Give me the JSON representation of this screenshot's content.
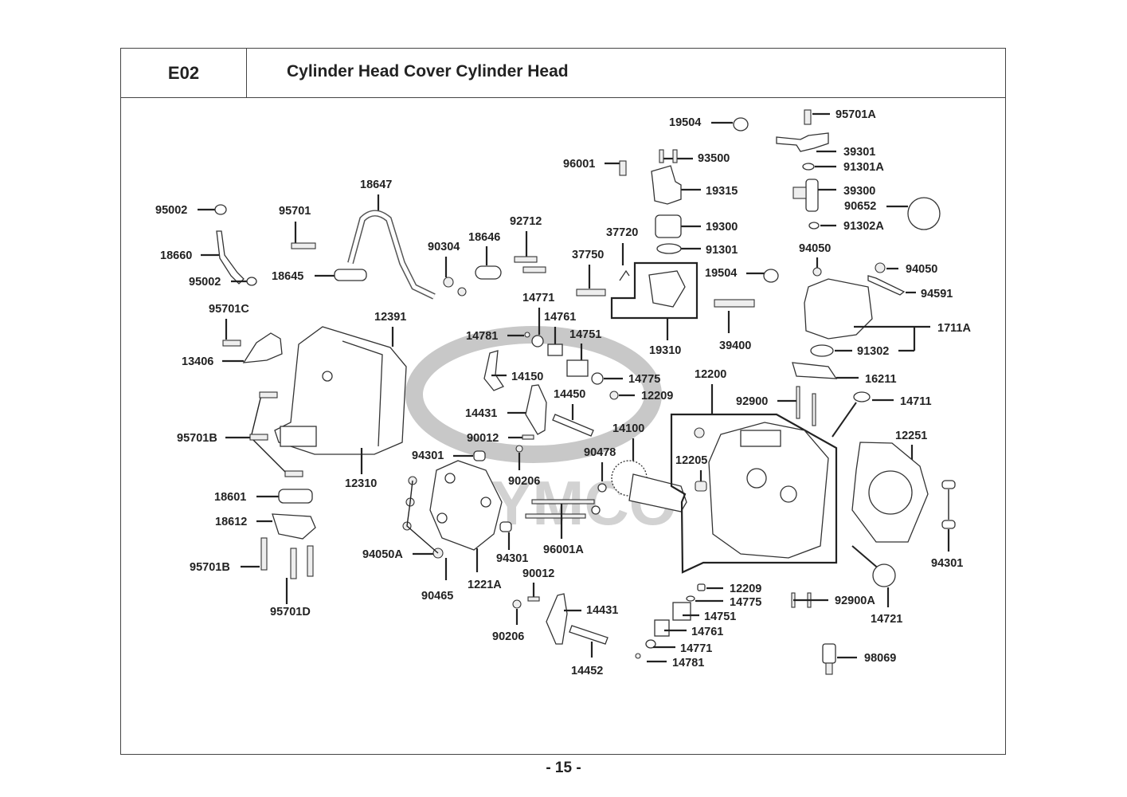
{
  "header": {
    "section_code": "E02",
    "title": "Cylinder Head Cover  Cylinder Head"
  },
  "watermark": {
    "brand": "KYMCO",
    "color": "#c8c8c8"
  },
  "parts": [
    {
      "id": "p95002a",
      "label": "95002"
    },
    {
      "id": "p18660",
      "label": "18660"
    },
    {
      "id": "p95002b",
      "label": "95002"
    },
    {
      "id": "p95701",
      "label": "95701"
    },
    {
      "id": "p18647",
      "label": "18647"
    },
    {
      "id": "p18645",
      "label": "18645"
    },
    {
      "id": "p90304",
      "label": "90304"
    },
    {
      "id": "p18646",
      "label": "18646"
    },
    {
      "id": "p92712",
      "label": "92712"
    },
    {
      "id": "p95701C",
      "label": "95701C"
    },
    {
      "id": "p13406",
      "label": "13406"
    },
    {
      "id": "p12391",
      "label": "12391"
    },
    {
      "id": "p95701B_a",
      "label": "95701B"
    },
    {
      "id": "p12310",
      "label": "12310"
    },
    {
      "id": "p18601",
      "label": "18601"
    },
    {
      "id": "p18612",
      "label": "18612"
    },
    {
      "id": "p95701B_b",
      "label": "95701B"
    },
    {
      "id": "p95701D",
      "label": "95701D"
    },
    {
      "id": "p96001",
      "label": "96001"
    },
    {
      "id": "p19504a",
      "label": "19504"
    },
    {
      "id": "p93500",
      "label": "93500"
    },
    {
      "id": "p19315",
      "label": "19315"
    },
    {
      "id": "p19300",
      "label": "19300"
    },
    {
      "id": "p91301",
      "label": "91301"
    },
    {
      "id": "p37720",
      "label": "37720"
    },
    {
      "id": "p37750",
      "label": "37750"
    },
    {
      "id": "p19504b",
      "label": "19504"
    },
    {
      "id": "p19310",
      "label": "19310"
    },
    {
      "id": "p39400",
      "label": "39400"
    },
    {
      "id": "p95701A",
      "label": "95701A"
    },
    {
      "id": "p39301",
      "label": "39301"
    },
    {
      "id": "p91301A",
      "label": "91301A"
    },
    {
      "id": "p39300",
      "label": "39300"
    },
    {
      "id": "p90652",
      "label": "90652"
    },
    {
      "id": "p91302A",
      "label": "91302A"
    },
    {
      "id": "p94050a",
      "label": "94050"
    },
    {
      "id": "p94050b",
      "label": "94050"
    },
    {
      "id": "p94591",
      "label": "94591"
    },
    {
      "id": "p1711A",
      "label": "1711A"
    },
    {
      "id": "p91302",
      "label": "91302"
    },
    {
      "id": "p14771a",
      "label": "14771"
    },
    {
      "id": "p14761a",
      "label": "14761"
    },
    {
      "id": "p14781a",
      "label": "14781"
    },
    {
      "id": "p14751a",
      "label": "14751"
    },
    {
      "id": "p14150",
      "label": "14150"
    },
    {
      "id": "p14775a",
      "label": "14775"
    },
    {
      "id": "p14450",
      "label": "14450"
    },
    {
      "id": "p12209a",
      "label": "12209"
    },
    {
      "id": "p14431a",
      "label": "14431"
    },
    {
      "id": "p90012a",
      "label": "90012"
    },
    {
      "id": "p94301a",
      "label": "94301"
    },
    {
      "id": "p90206a",
      "label": "90206"
    },
    {
      "id": "p14100",
      "label": "14100"
    },
    {
      "id": "p90478",
      "label": "90478"
    },
    {
      "id": "p12200",
      "label": "12200"
    },
    {
      "id": "p16211",
      "label": "16211"
    },
    {
      "id": "p92900",
      "label": "92900"
    },
    {
      "id": "p14711",
      "label": "14711"
    },
    {
      "id": "p12205",
      "label": "12205"
    },
    {
      "id": "p12251",
      "label": "12251"
    },
    {
      "id": "p94301c",
      "label": "94301"
    },
    {
      "id": "p94050A",
      "label": "94050A"
    },
    {
      "id": "p90465",
      "label": "90465"
    },
    {
      "id": "p1221A",
      "label": "1221A"
    },
    {
      "id": "p94301b",
      "label": "94301"
    },
    {
      "id": "p96001A",
      "label": "96001A"
    },
    {
      "id": "p90012b",
      "label": "90012"
    },
    {
      "id": "p90206b",
      "label": "90206"
    },
    {
      "id": "p14431b",
      "label": "14431"
    },
    {
      "id": "p14452",
      "label": "14452"
    },
    {
      "id": "p12209b",
      "label": "12209"
    },
    {
      "id": "p14775b",
      "label": "14775"
    },
    {
      "id": "p14751b",
      "label": "14751"
    },
    {
      "id": "p14761b",
      "label": "14761"
    },
    {
      "id": "p14771b",
      "label": "14771"
    },
    {
      "id": "p14781b",
      "label": "14781"
    },
    {
      "id": "p92900A",
      "label": "92900A"
    },
    {
      "id": "p14721",
      "label": "14721"
    },
    {
      "id": "p98069",
      "label": "98069"
    }
  ],
  "footer": {
    "page_number": "- 15 -"
  }
}
